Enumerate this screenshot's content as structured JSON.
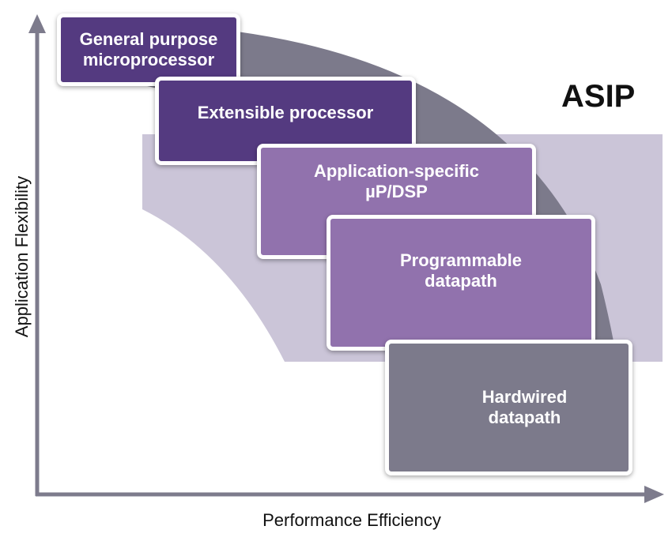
{
  "title": "ASIP",
  "axes": {
    "y_label": "Application Flexibility",
    "x_label": "Performance Efficiency"
  },
  "colors": {
    "axis": "#7d7b8c",
    "asip_region": "#cbc5d8",
    "arc_band": "#7c7a8b",
    "dark_purple": "#543a80",
    "light_purple": "#9172ad",
    "gray": "#7c7a8b"
  },
  "boxes": [
    {
      "id": "general",
      "label": "General purpose\nmicroprocessor",
      "color": "#543a80"
    },
    {
      "id": "extensible",
      "label": "Extensible processor",
      "color": "#543a80"
    },
    {
      "id": "asp",
      "label": "Application-specific\nµP/DSP",
      "color": "#9172ad"
    },
    {
      "id": "programmable",
      "label": "Programmable\ndatapath",
      "color": "#9172ad"
    },
    {
      "id": "hardwired",
      "label": "Hardwired\ndatapath",
      "color": "#7c7a8b"
    }
  ]
}
